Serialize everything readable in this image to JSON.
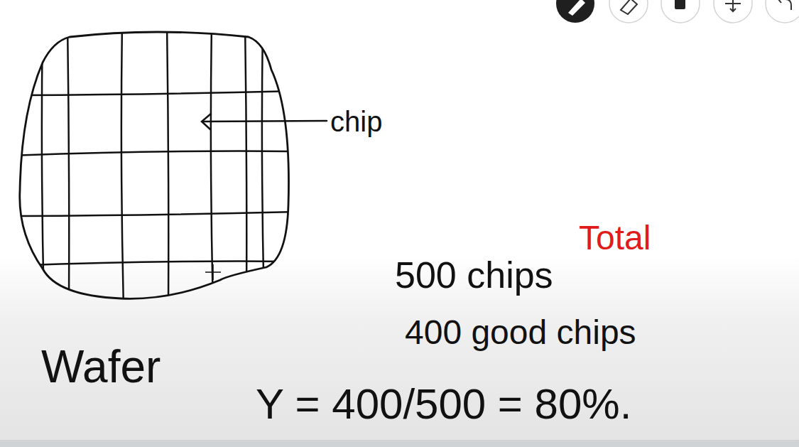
{
  "diagram": {
    "nodes": [
      {
        "text": [
          "Wafer"
        ]
      }
    ],
    "labels": [
      "chip",
      "500 chips",
      "Total",
      "400 good chips",
      "Y = 400/500 = 80%."
    ]
  }
}
